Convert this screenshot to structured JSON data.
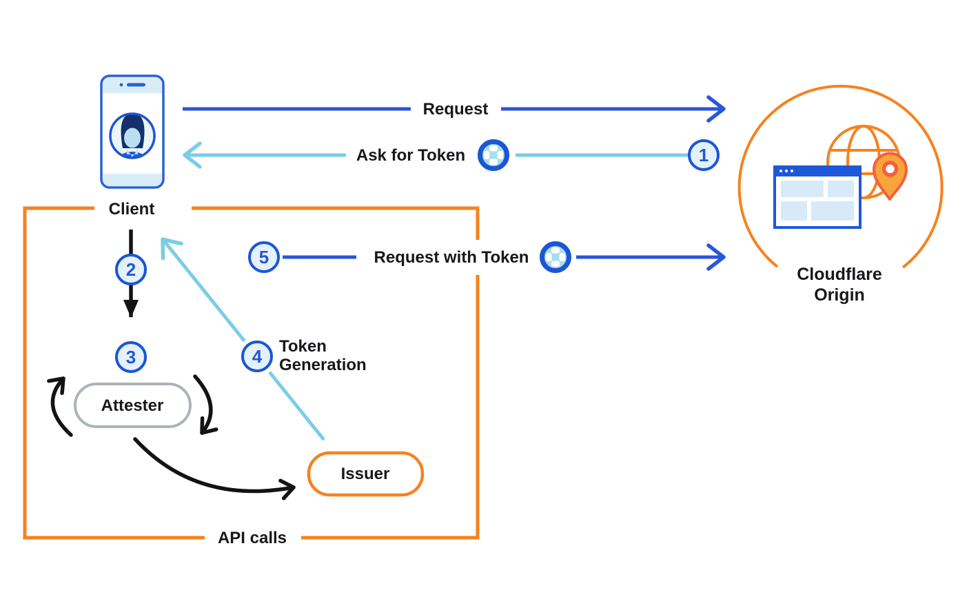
{
  "colors": {
    "dark_blue": "#2B55D8",
    "light_blue": "#7ACDE4",
    "orange": "#F6821F",
    "black_arrow": "#131313",
    "badge_fill": "#E4F1FB",
    "badge_border": "#1A56D6",
    "attester_border": "#ABB4BB"
  },
  "nodes": {
    "client": {
      "label": "Client"
    },
    "origin": {
      "line1": "Cloudflare",
      "line2": "Origin"
    },
    "attester": {
      "label": "Attester"
    },
    "issuer": {
      "label": "Issuer"
    }
  },
  "flows": {
    "request": {
      "label": "Request"
    },
    "ask_for_token": {
      "label": "Ask for Token",
      "step": "1"
    },
    "request_with_token": {
      "label": "Request with Token",
      "step": "5"
    },
    "client_to_attester": {
      "step": "2"
    },
    "attestation": {
      "step": "3"
    },
    "token_generation": {
      "label_line1": "Token",
      "label_line2": "Generation",
      "step": "4"
    },
    "api_calls": {
      "label": "API calls"
    }
  },
  "icons": {
    "client": "phone-with-user-avatar",
    "origin": "globe-browser-location-pin",
    "token": "token-ring"
  }
}
